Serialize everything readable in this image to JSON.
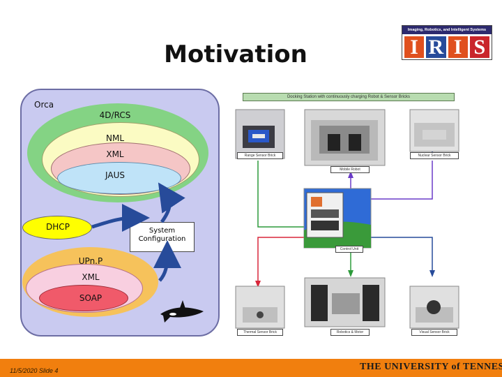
{
  "slide": {
    "title": "Motivation",
    "footer_date": "11/5/2020",
    "footer_slide": "Slide 4",
    "footer_university": "THE UNIVERSITY of TENNESSEE"
  },
  "logo": {
    "tagline": "Imaging, Robotics, and Intelligent Systems",
    "letters": [
      "I",
      "R",
      "I",
      "S"
    ]
  },
  "diagram": {
    "container_label": "Orca",
    "layer1": "4D/RCS",
    "layer2": "NML",
    "layer3": "XML",
    "layer4": "JAUS",
    "dhcp": "DHCP",
    "system_config_line1": "System",
    "system_config_line2": "Configuration",
    "stack2_layer1": "UPn.P",
    "stack2_layer2": "XML",
    "stack2_layer3": "SOAP"
  },
  "figure": {
    "banner": "Docking Station with continuously charging Robot & Sensor Bricks",
    "captions": {
      "sensor_brick": "Range Sensor Brick",
      "nuclear_brick": "Nuclear Sensor Brick",
      "mobile_robot": "Mobile Robot",
      "control_unit": "Control Unit",
      "thermal_brick": "Thermal Sensor Brick",
      "robot_motor": "Robotics & Motor",
      "visual_brick": "Visual Sensor Brick"
    }
  },
  "colors": {
    "footer": "#f17f0e",
    "panel": "#c9caf0",
    "arrow_blue": "#274b9a",
    "arrow_red": "#d8263a",
    "arrow_purple": "#6a3ac8",
    "arrow_green": "#2c9a3a"
  }
}
